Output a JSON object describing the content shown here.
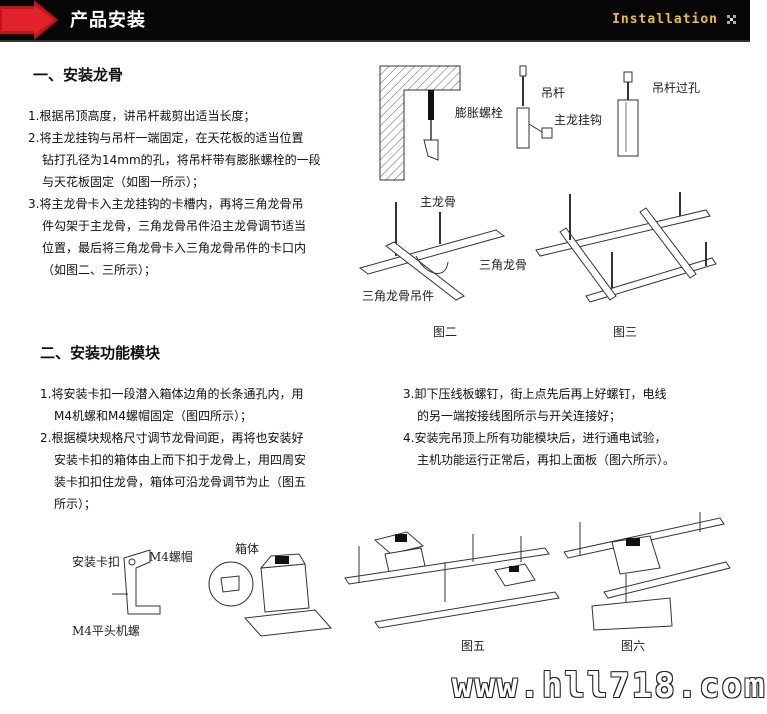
{
  "header": {
    "title": "产品安装",
    "en_title": "Installation"
  },
  "section1": {
    "title": "一、安装龙骨",
    "items": [
      "1.根据吊顶高度，讲吊杆裁剪出适当长度；",
      "2.将主龙挂钩与吊杆一端固定，在天花板的适当位置",
      "钻打孔径为14mm的孔，将吊杆带有膨胀螺栓的一段",
      "与天花板固定（如图一所示）；",
      "3.将主龙骨卡入主龙挂钩的卡槽内，再将三角龙骨吊",
      "件勾架于主龙骨，三角龙骨吊件沿主龙骨调节适当",
      "位置，最后将三角龙骨卡入三角龙骨吊件的卡口内",
      "（如图二、三所示）；"
    ]
  },
  "fig1": {
    "bolt": "膨胀螺栓",
    "rod": "吊杆",
    "hook": "主龙挂钩",
    "hole": "吊杆过孔"
  },
  "fig2": {
    "main": "主龙骨",
    "tri": "三角龙骨",
    "hanger": "三角龙骨吊件",
    "caption": "图二"
  },
  "fig3": {
    "caption": "图三"
  },
  "section2": {
    "title": "二、安装功能模块",
    "left_items": [
      "1.将安装卡扣一段潜入箱体边角的长条通孔内，用",
      "M4机螺和M4螺帽固定（图四所示）；",
      "2.根据模块规格尺寸调节龙骨间距，再将也安装好",
      "安装卡扣的箱体由上而下扣于龙骨上，用四周安",
      "装卡扣扣住龙骨，箱体可沿龙骨调节为止（图五",
      "所示）；"
    ],
    "right_items": [
      "3.卸下压线板螺钉，街上点先后再上好螺钉，电线",
      "的另一端按接线图所示与开关连接好；",
      "4.安装完吊顶上所有功能模块后，进行通电试验，",
      "主机功能运行正常后，再扣上面板（图六所示）。"
    ]
  },
  "fig4": {
    "clip": "安装卡扣",
    "nut": "M4螺帽",
    "box": "箱体",
    "screw": "M4平头机螺"
  },
  "fig5": {
    "caption": "图五"
  },
  "fig6": {
    "caption": "图六"
  },
  "watermark": "www.hll718.com"
}
